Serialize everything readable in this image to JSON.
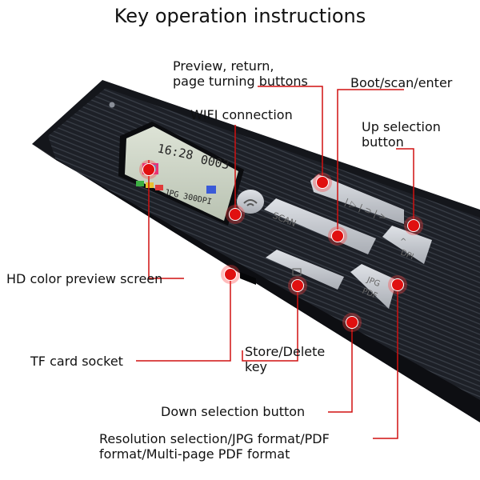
{
  "title": "Key operation instructions",
  "labels": {
    "preview_line1": "Preview, return,",
    "preview_line2": "page turning buttons",
    "boot": "Boot/scan/enter",
    "wifi": "WIFI connection",
    "up_line1": "Up selection",
    "up_line2": "button",
    "screen": "HD color preview screen",
    "tf": "TF card socket",
    "store_line1": "Store/Delete",
    "store_line2": "key",
    "down": "Down selection button",
    "resolution_line1": "Resolution selection/JPG format/PDF",
    "resolution_line2": "format/Multi-page PDF format"
  },
  "device": {
    "lcd_time": "16:28",
    "lcd_count": "0003",
    "lcd_format": "JPG 300DPI",
    "scan_button": "SCAN",
    "dpi_button": "DPI",
    "jpg_button": "JPG",
    "pdf_button": "PDF"
  },
  "colors": {
    "accent": "#d01010",
    "device_body": "#1c1f26",
    "screen_bg": "#cfd6c8",
    "button_silver": "#c9ccd2"
  }
}
